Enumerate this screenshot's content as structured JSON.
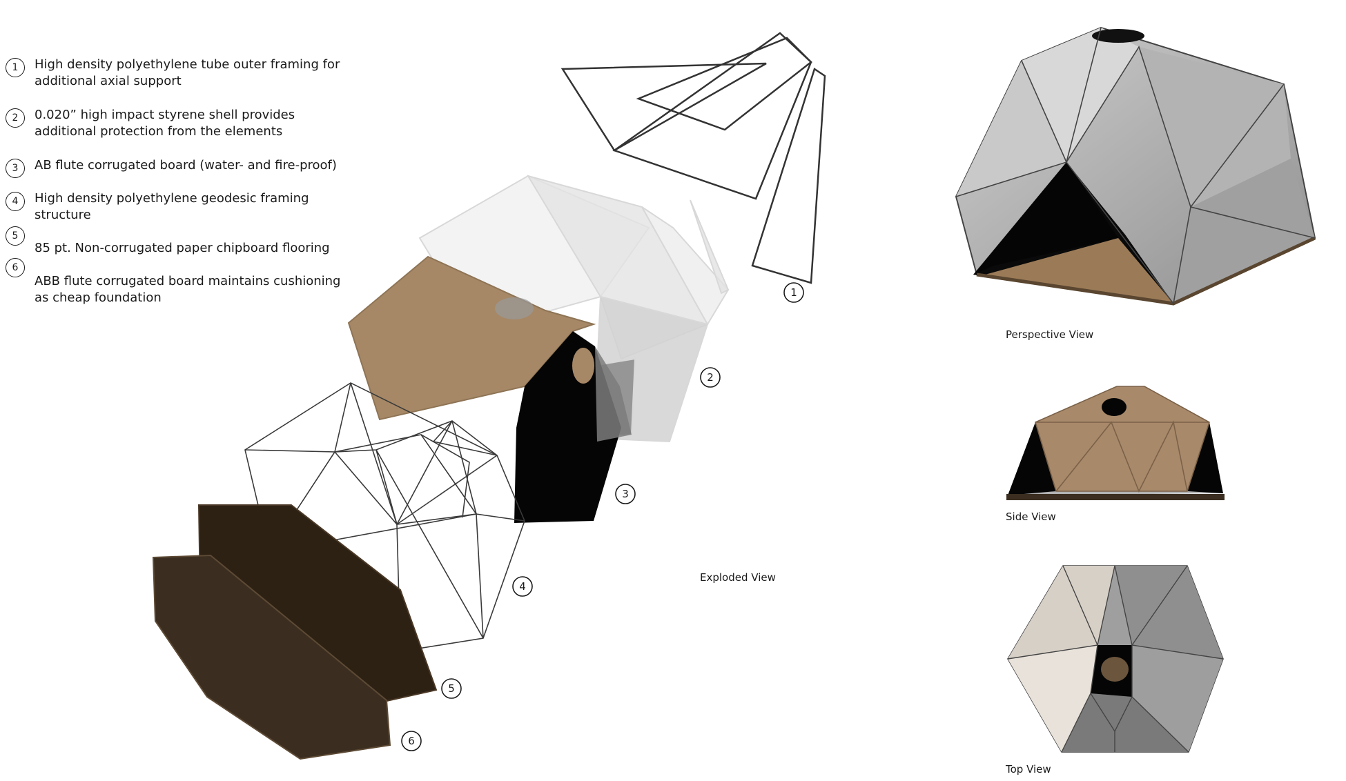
{
  "legend": [
    {
      "num": "1",
      "text": "High density polyethylene tube outer framing for additional axial support"
    },
    {
      "num": "2",
      "text": "0.020” high impact styrene shell provides additional protection from the elements"
    },
    {
      "num": "3",
      "text": "AB flute corrugated board (water- and fire-proof)"
    },
    {
      "num": "4",
      "text": "High density polyethylene geodesic framing structure"
    },
    {
      "num": "5",
      "text": "85 pt. Non-corrugated paper chipboard flooring"
    },
    {
      "num": "6",
      "text": "ABB flute corrugated board maintains cushioning as cheap foundation"
    }
  ],
  "captions": {
    "exploded": "Exploded View",
    "perspective": "Perspective  View",
    "side": "Side View",
    "top": "Top View"
  },
  "colors": {
    "cardboard": "#a58764",
    "dark_board": "#3a2a1c",
    "shell": "#e6e6e6",
    "frame": "#333333"
  }
}
